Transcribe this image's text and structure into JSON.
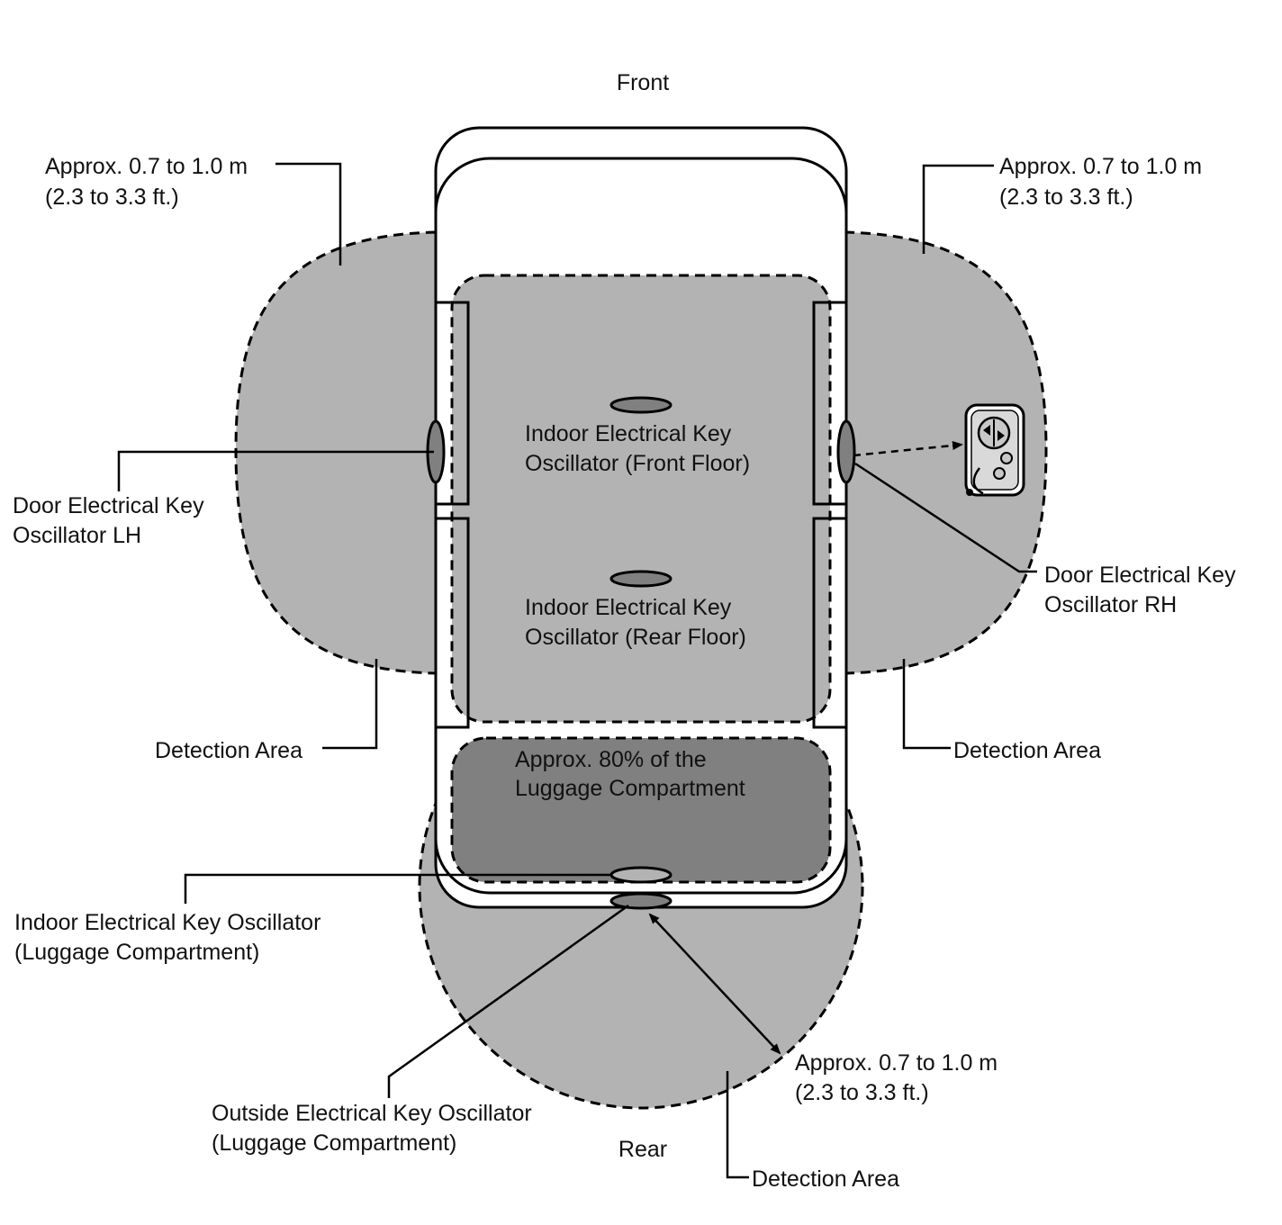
{
  "labels": {
    "front": "Front",
    "rear": "Rear",
    "dist_left": {
      "line1": "Approx. 0.7 to 1.0 m",
      "line2": "(2.3 to 3.3 ft.)"
    },
    "dist_right": {
      "line1": "Approx. 0.7 to 1.0 m",
      "line2": "(2.3 to 3.3 ft.)"
    },
    "dist_rear": {
      "line1": "Approx. 0.7 to 1.0 m",
      "line2": "(2.3 to 3.3 ft.)"
    },
    "door_lh": {
      "line1": "Door Electrical Key",
      "line2": "Oscillator LH"
    },
    "door_rh": {
      "line1": "Door Electrical Key",
      "line2": "Oscillator RH"
    },
    "indoor_front": {
      "line1": "Indoor Electrical Key",
      "line2": "Oscillator (Front Floor)"
    },
    "indoor_rear": {
      "line1": "Indoor Electrical Key",
      "line2": "Oscillator (Rear Floor)"
    },
    "luggage_area": {
      "line1": "Approx. 80% of the",
      "line2": "Luggage Compartment"
    },
    "indoor_luggage": {
      "line1": "Indoor Electrical Key Oscillator",
      "line2": "(Luggage Compartment)"
    },
    "outside_luggage": {
      "line1": "Outside Electrical Key Oscillator",
      "line2": "(Luggage Compartment)"
    },
    "detection_left": "Detection Area",
    "detection_right": "Detection Area",
    "detection_rear": "Detection Area"
  },
  "colors": {
    "detection_fill": "#b3b3b3",
    "luggage_fill": "#808080",
    "oscillator_fill": "#808080",
    "stroke": "#000000"
  }
}
